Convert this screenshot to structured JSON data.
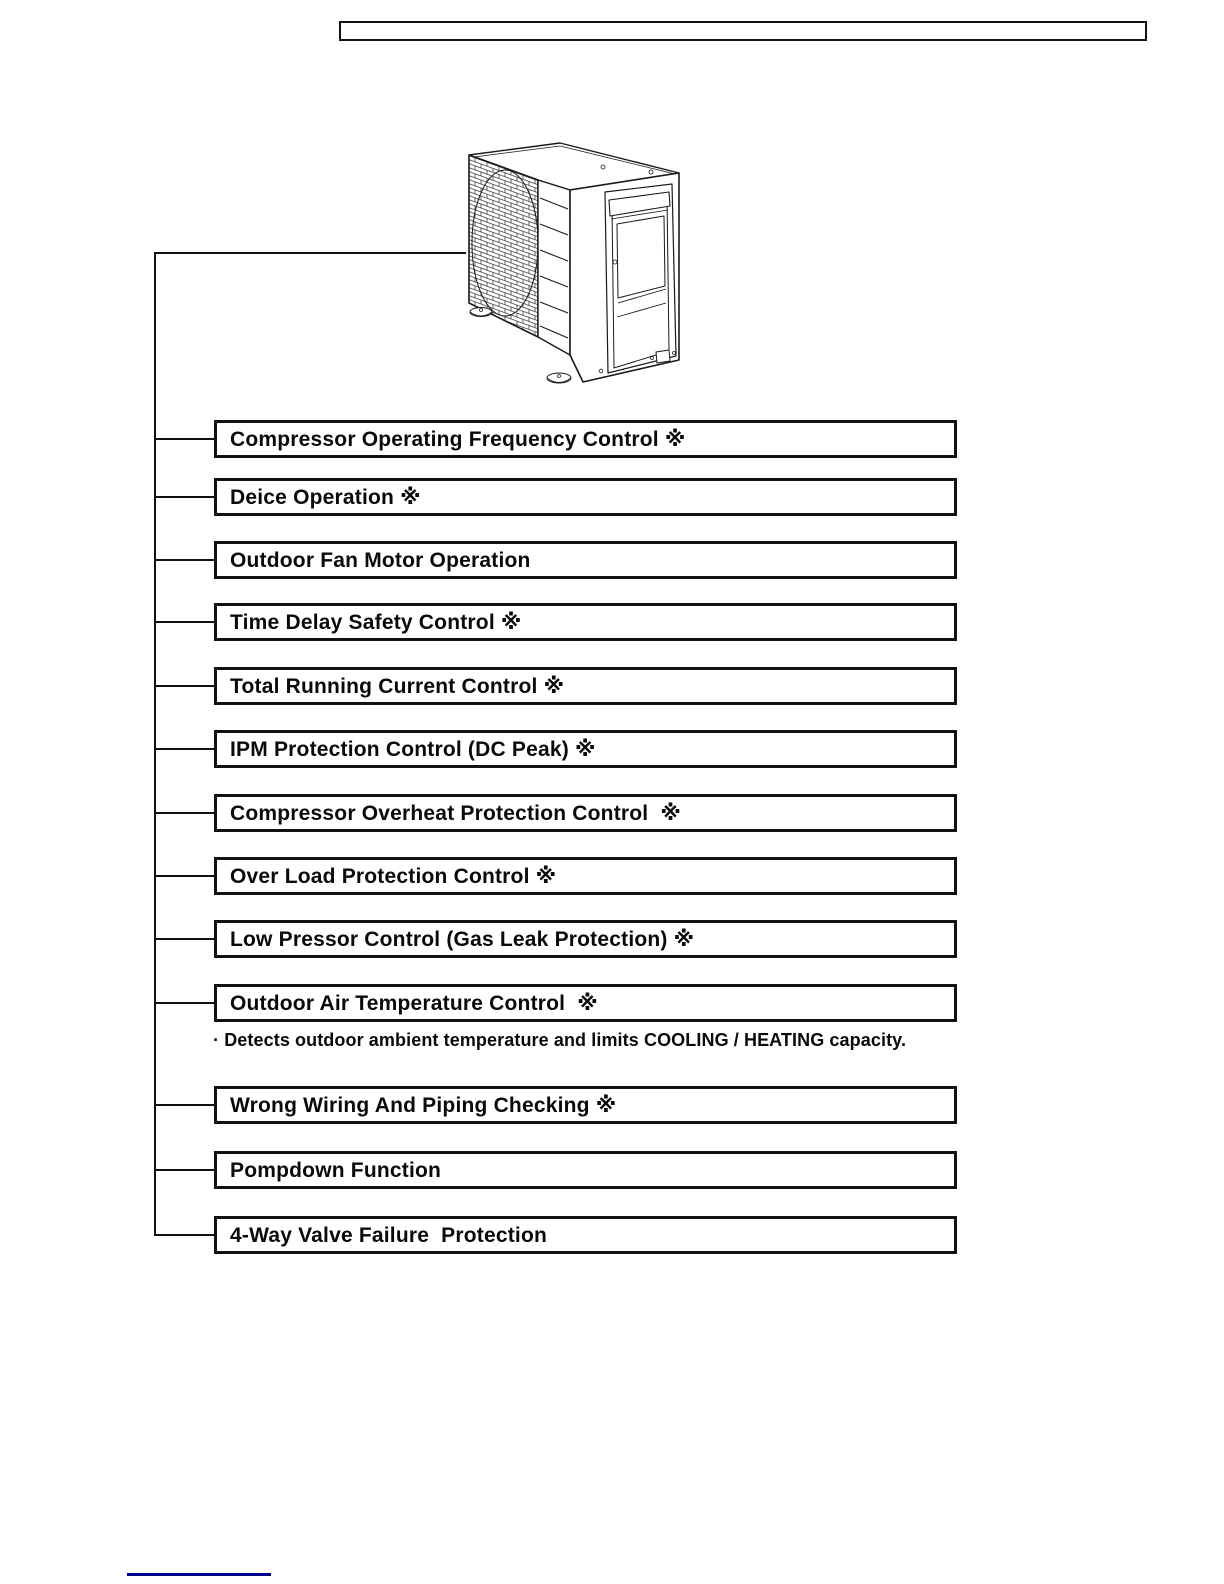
{
  "header": {
    "title_box_text": ""
  },
  "unit": {
    "illustration": "outdoor-unit-line-drawing"
  },
  "diagram": {
    "boxes": [
      {
        "label": "Compressor Operating Frequency Control ※"
      },
      {
        "label": "Deice Operation ※"
      },
      {
        "label": "Outdoor Fan Motor Operation"
      },
      {
        "label": "Time Delay Safety Control ※"
      },
      {
        "label": "Total Running Current Control ※"
      },
      {
        "label": "IPM Protection Control (DC Peak) ※"
      },
      {
        "label": "Compressor Overheat Protection Control  ※"
      },
      {
        "label": "Over Load Protection Control ※"
      },
      {
        "label": "Low Pressor Control (Gas Leak Protection) ※"
      },
      {
        "label": "Outdoor Air Temperature Control  ※"
      },
      {
        "label": "Wrong Wiring And Piping Checking ※"
      },
      {
        "label": "Pompdown Function"
      },
      {
        "label": "4-Way Valve Failure  Protection"
      }
    ],
    "note": "· Detects outdoor ambient temperature and limits COOLING / HEATING capacity.",
    "note_after_box_index": 9
  },
  "footer": {
    "link_text": ""
  },
  "colors": {
    "line_color": "#111111",
    "link_line_color": "#00008B"
  }
}
